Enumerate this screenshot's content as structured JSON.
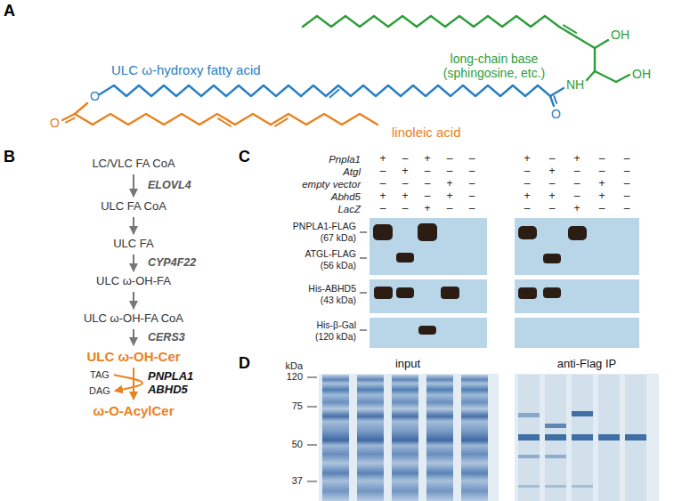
{
  "diagram": {
    "nodes": [
      {
        "text": [
          "LC/VLC FA CoA"
        ]
      },
      {
        "text": [
          "ULC FA CoA"
        ]
      },
      {
        "text": [
          "ULC FA"
        ]
      },
      {
        "text": [
          "ULC ω-OH-FA"
        ]
      },
      {
        "text": [
          "ULC ω-OH-FA CoA"
        ]
      },
      {
        "text": [
          "ULC ω-OH-Cer"
        ]
      },
      {
        "text": [
          "TAG"
        ]
      },
      {
        "text": [
          "DAG"
        ]
      },
      {
        "text": [
          "ω-O-AcylCer"
        ]
      }
    ],
    "edges": [
      {
        "from": 0,
        "to": 1,
        "arrow": "to",
        "label": "ELOVL4"
      },
      {
        "from": 1,
        "to": 2,
        "arrow": "to"
      },
      {
        "from": 2,
        "to": 3,
        "arrow": "to",
        "label": "CYP4F22"
      },
      {
        "from": 3,
        "to": 4,
        "arrow": "to"
      },
      {
        "from": 4,
        "to": 5,
        "arrow": "to",
        "label": "CERS3"
      },
      {
        "from": 5,
        "to": 8,
        "arrow": "to",
        "label": "PNPLA1 ABHD5"
      },
      {
        "from": 6,
        "to": 7,
        "arrow": "to"
      }
    ],
    "labels": [
      "A",
      "ULC ω-hydroxy fatty acid",
      "long-chain base (sphingosine, etc.)",
      "linoleic acid",
      "O",
      "O",
      "O",
      "NH",
      "OH",
      "OH",
      "B",
      "C",
      "Pnpla1",
      "Atgl",
      "empty vector",
      "Abhd5",
      "LacZ",
      "+",
      "–",
      "+",
      "–",
      "–",
      "–",
      "+",
      "–",
      "–",
      "–",
      "–",
      "–",
      "–",
      "+",
      "–",
      "+",
      "+",
      "–",
      "+",
      "–",
      "–",
      "–",
      "+",
      "–",
      "–",
      "+",
      "–",
      "+",
      "–",
      "–",
      "–",
      "+",
      "–",
      "–",
      "–",
      "–",
      "–",
      "–",
      "+",
      "–",
      "+",
      "+",
      "–",
      "+",
      "–",
      "–",
      "–",
      "+",
      "–",
      "–",
      "PNPLA1-FLAG",
      "(67 kDa)",
      "ATGL-FLAG",
      "(56 kDa)",
      "His-ABHD5",
      "(43 kDa)",
      "His-β-Gal",
      "(120 kDa)",
      "D",
      "kDa",
      "120",
      "75",
      "50",
      "37",
      "input",
      "anti-Flag IP"
    ]
  }
}
